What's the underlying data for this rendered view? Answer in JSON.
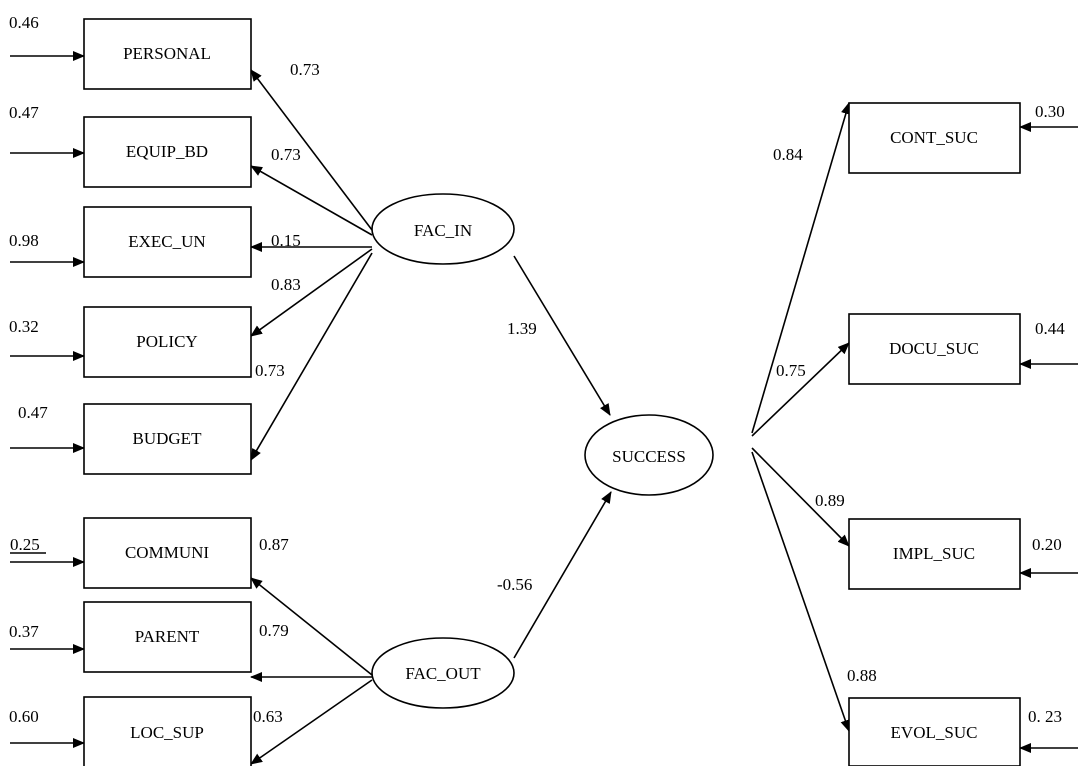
{
  "nodes": {
    "personal": "PERSONAL",
    "equip_bd": "EQUIP_BD",
    "exec_un": "EXEC_UN",
    "policy": "POLICY",
    "budget": "BUDGET",
    "communi": "COMMUNI",
    "parent": "PARENT",
    "loc_sup": "LOC_SUP",
    "fac_in": "FAC_IN",
    "fac_out": "FAC_OUT",
    "success": "SUCCESS",
    "cont_suc": "CONT_SUC",
    "docu_suc": "DOCU_SUC",
    "impl_suc": "IMPL_SUC",
    "evol_suc": "EVOL_SUC"
  },
  "error_variances": {
    "personal": "0.46",
    "equip_bd": "0.47",
    "exec_un": "0.98",
    "policy": "0.32",
    "budget": "0.47",
    "communi": "0.25",
    "parent": "0.37",
    "loc_sup": "0.60",
    "cont_suc": "0.30",
    "docu_suc": "0.44",
    "impl_suc": "0.20",
    "evol_suc": "0. 23"
  },
  "loadings": {
    "personal": "0.73",
    "equip_bd": "0.73",
    "exec_un": "0.15",
    "policy": "0.83",
    "budget": "0.73",
    "communi": "0.87",
    "parent": "0.79",
    "loc_sup": "0.63",
    "cont_suc": "0.84",
    "docu_suc": "0.75",
    "impl_suc": "0.89",
    "evol_suc": "0.88"
  },
  "paths": {
    "fac_in_to_success": "1.39",
    "fac_out_to_success": "-0.56"
  }
}
